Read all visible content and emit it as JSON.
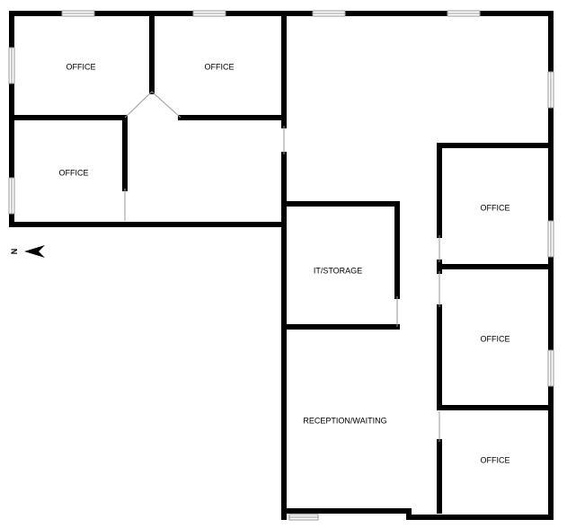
{
  "plan": {
    "rooms": [
      {
        "id": "office-nw-top",
        "label": "OFFICE"
      },
      {
        "id": "office-n-top",
        "label": "OFFICE"
      },
      {
        "id": "office-nw-bottom",
        "label": "OFFICE"
      },
      {
        "id": "it-storage",
        "label": "IT/STORAGE"
      },
      {
        "id": "reception",
        "label": "RECEPTION/WAITING"
      },
      {
        "id": "office-e-1",
        "label": "OFFICE"
      },
      {
        "id": "office-e-2",
        "label": "OFFICE"
      },
      {
        "id": "office-e-3",
        "label": "OFFICE"
      }
    ],
    "compass": {
      "label": "N",
      "direction": "west"
    }
  }
}
